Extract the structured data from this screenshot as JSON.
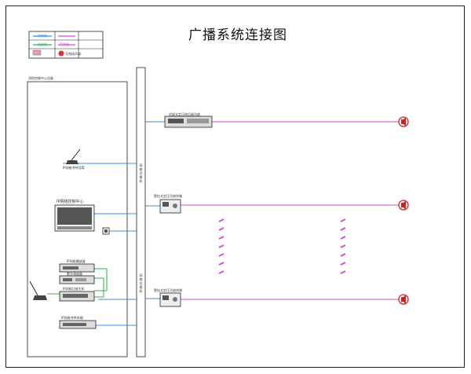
{
  "title": "广播系统连接图",
  "legend": {
    "row1_label": "网络线",
    "row2_label": "音频线",
    "row3_label": "电源线",
    "row4_label": "号角扬声器"
  },
  "center_room_label": "消防控制中心设备",
  "devices": {
    "paging_mic_label": "IP网络寻呼话筒",
    "control_center_label": "IP网络控制中心",
    "player_label": "IP网络播放器",
    "tuner_label": "数字调谐器",
    "paging_terminal_label": "IP网络寻呼终端",
    "amplifier_label": "IP网络功放主机",
    "rack_amp_label": "机架式定压纯后级功放",
    "terminal1_label": "壁挂式定压功放终端",
    "terminal2_label": "壁挂式定压功放终端"
  },
  "backbone_label_top": "网络交换机",
  "backbone_label_bottom": "网络交换机",
  "colors": {
    "network": "#3a8fd6",
    "audio": "#d24fd2",
    "power": "#2fb34a",
    "line": "#222222",
    "speaker": "#cc2222"
  }
}
